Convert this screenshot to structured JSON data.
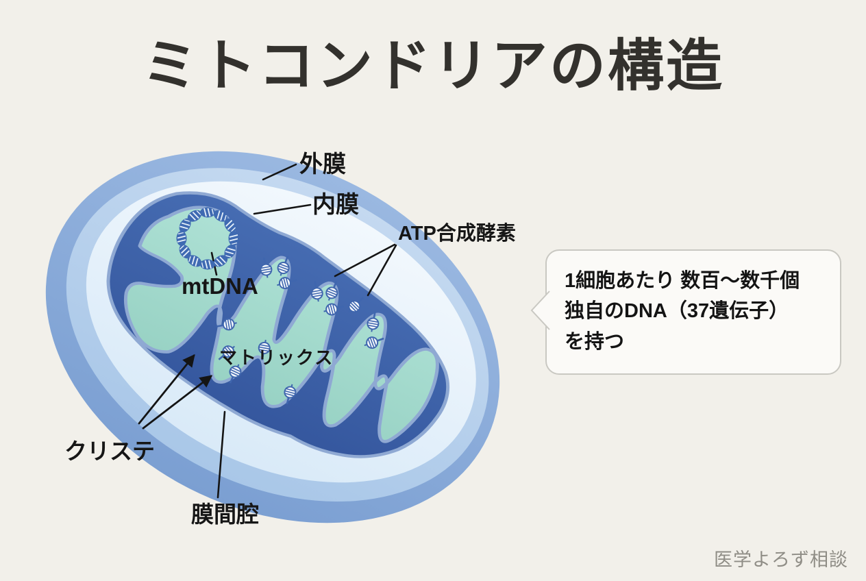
{
  "title": "ミトコンドリアの構造",
  "labels": {
    "outer_membrane": "外膜",
    "inner_membrane": "内膜",
    "atp_synthase": "ATP合成酵素",
    "mtdna": "mtDNA",
    "matrix": "マトリックス",
    "cristae": "クリステ",
    "intermembrane_space": "膜間腔"
  },
  "callout": {
    "lines": [
      "1細胞あたり 数百〜数千個",
      "独自のDNA（37遺伝子）",
      "を持つ"
    ]
  },
  "watermark": "医学よろず相談",
  "colors": {
    "background": "#f2f0ea",
    "outer_membrane_blue": "#87a9d8",
    "membrane_band_light": "#b4cdea",
    "intermembrane_space": "#e7f0f9",
    "inner_membrane_dark": "#3e63ac",
    "membrane_highlight": "#8fa9d3",
    "matrix_teal": "#a5dacd",
    "dna_blue": "#3f6ab2",
    "leader_line": "#141414",
    "callout_border": "#c9c8c2",
    "callout_bg": "#fbfaf7",
    "title_text": "#33312d",
    "watermark_text": "#8f8d86"
  }
}
